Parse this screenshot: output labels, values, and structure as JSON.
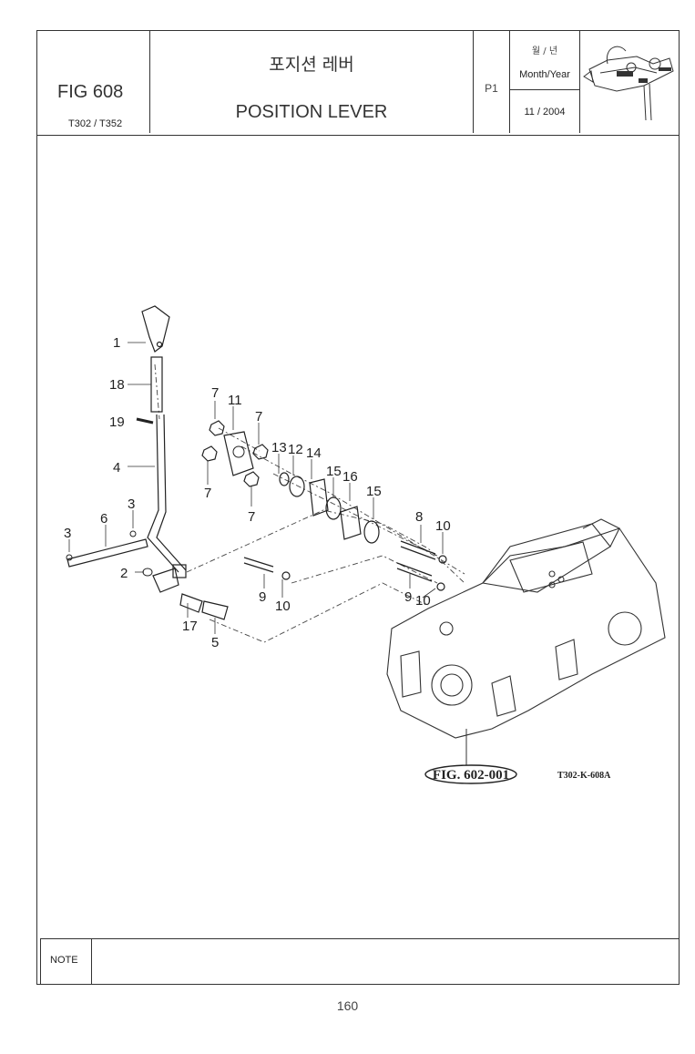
{
  "header": {
    "fig_number": "FIG 608",
    "models": "T302 / T352",
    "title_korean": "포지션 레버",
    "title_english": "POSITION LEVER",
    "page_code": "P1",
    "date_label_korean": "월 / 년",
    "date_label_english": "Month/Year",
    "date_value": "11 / 2004",
    "thumbnail_icon": "tractor-lever-thumbnail-icon"
  },
  "diagram": {
    "callouts": [
      "1",
      "18",
      "19",
      "4",
      "3",
      "6",
      "3",
      "2",
      "17",
      "5",
      "7",
      "11",
      "7",
      "7",
      "7",
      "13",
      "12",
      "14",
      "15",
      "16",
      "15",
      "8",
      "10",
      "9",
      "10",
      "9",
      "10"
    ],
    "figure_reference": "FIG. 602-001",
    "drawing_number": "T302-K-608A"
  },
  "note": {
    "label": "NOTE",
    "text": ""
  },
  "footer": {
    "page_number": "160"
  }
}
